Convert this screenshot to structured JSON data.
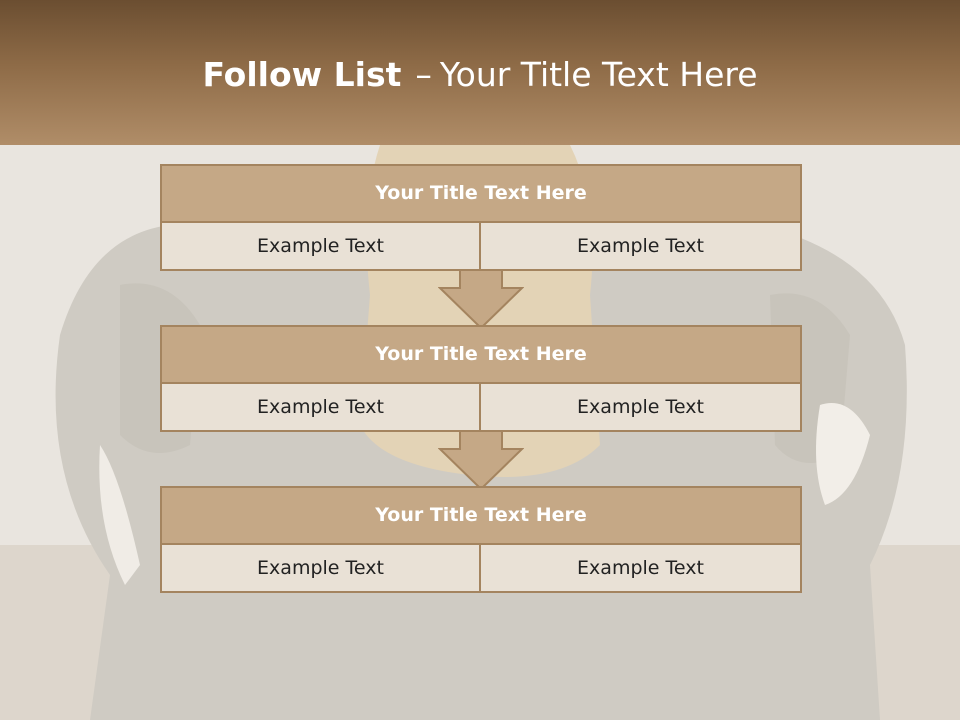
{
  "header": {
    "title_bold": "Follow List",
    "title_sep": "–",
    "title_rest": "Your Title Text Here"
  },
  "blocks": [
    {
      "title": "Your Title Text Here",
      "left": "Example Text",
      "right": "Example Text"
    },
    {
      "title": "Your Title Text Here",
      "left": "Example Text",
      "right": "Example Text"
    },
    {
      "title": "Your Title Text Here",
      "left": "Example Text",
      "right": "Example Text"
    }
  ],
  "colors": {
    "header_dark": "#6b4e31",
    "header_light": "#b08d68",
    "block_fill": "#c5a886",
    "block_border": "#a4845f",
    "cell_fill": "#e9e1d6",
    "arrow_fill": "#c5a886"
  },
  "icons": {
    "connector": "down-arrow-icon"
  }
}
